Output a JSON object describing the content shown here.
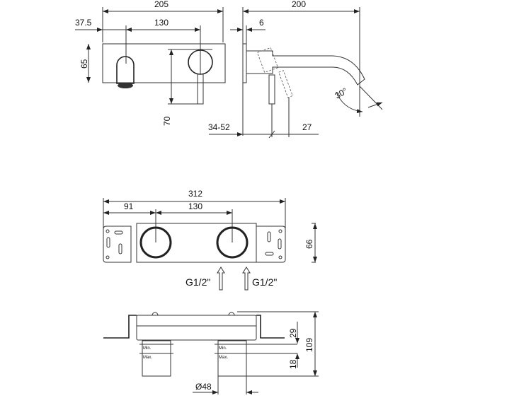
{
  "front_view": {
    "width": "205",
    "left_offset": "37.5",
    "spacing": "130",
    "height": "65",
    "lever_depth": "70"
  },
  "side_view": {
    "projection": "200",
    "plate_thickness": "6",
    "wall_range": "34-52",
    "lever_offset": "27",
    "angle": "30°"
  },
  "box_top_view": {
    "width": "312",
    "left_offset": "91",
    "spacing": "130",
    "height": "66",
    "inlet_left": "G1/2\"",
    "inlet_right": "G1/2\""
  },
  "box_side_view": {
    "min_label_1": "Min.",
    "max_label_1": "Max.",
    "min_label_2": "Min.",
    "max_label_2": "Max.",
    "cover_depth": "29",
    "adjust_range": "18",
    "total_depth": "109",
    "diameter": "Ø48"
  }
}
